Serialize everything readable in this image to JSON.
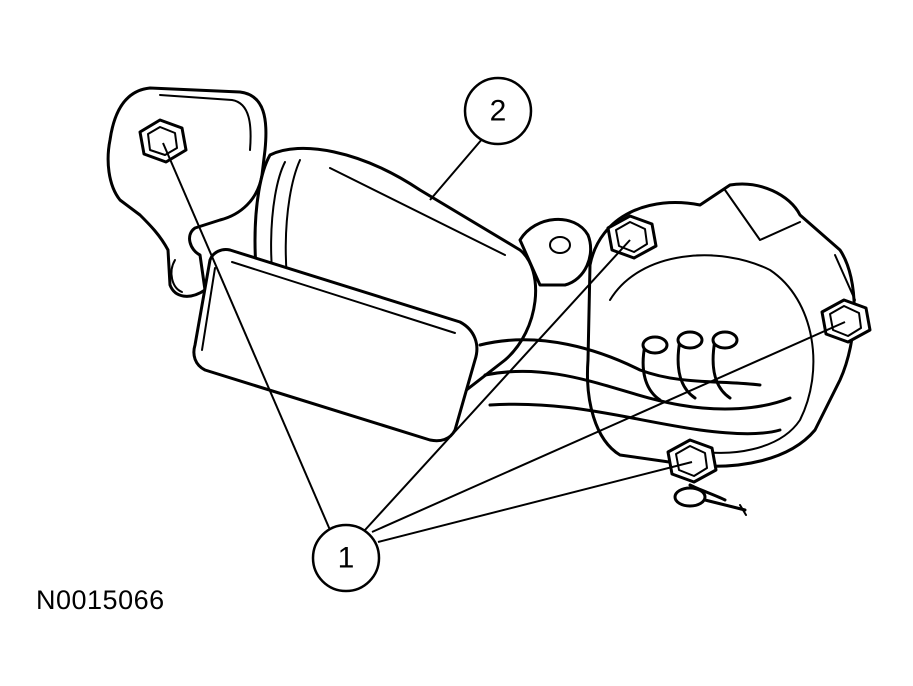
{
  "diagram": {
    "figure_id": "N0015066",
    "callouts": [
      {
        "id": "callout-1",
        "label": "1"
      },
      {
        "id": "callout-2",
        "label": "2"
      }
    ]
  },
  "colors": {
    "ink": "#000000",
    "background": "#ffffff"
  }
}
